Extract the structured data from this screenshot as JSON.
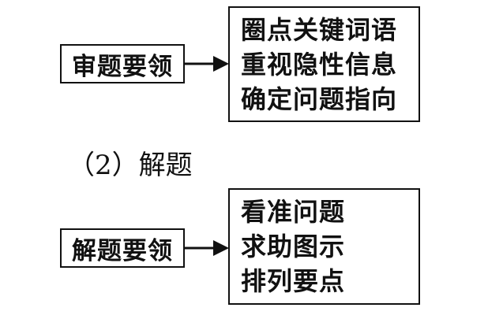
{
  "section1": {
    "label": "审题要领",
    "items": [
      "圈点关键词语",
      "重视隐性信息",
      "确定问题指向"
    ]
  },
  "heading2": "（2）解题",
  "section2": {
    "label": "解题要领",
    "items": [
      "看准问题",
      "求助图示",
      "排列要点"
    ]
  },
  "colors": {
    "stroke": "#111111",
    "background": "#ffffff"
  }
}
